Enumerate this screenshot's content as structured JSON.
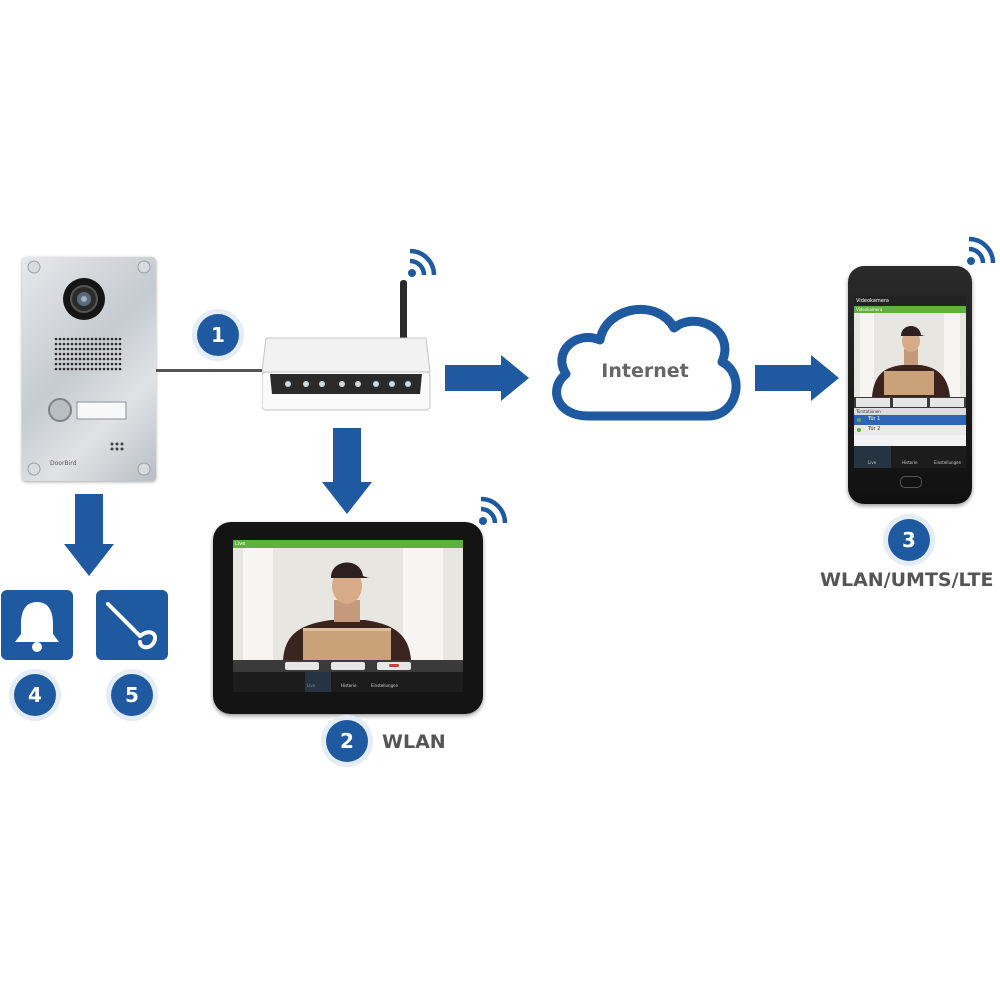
{
  "badges": {
    "b1": "1",
    "b2": "2",
    "b3": "3",
    "b4": "4",
    "b5": "5"
  },
  "labels": {
    "wlan": "WLAN",
    "mobile": "WLAN/UMTS/LTE",
    "cloud": "Internet"
  },
  "doorstation": {
    "brand": "DoorBird"
  },
  "phone_app": {
    "title": "Videokamera",
    "subtitle": "Videokamera",
    "section": "Türstationen",
    "doors": [
      "Tür 1",
      "Tür 2"
    ],
    "tabs": [
      "Live",
      "Historie",
      "Einstellungen"
    ]
  },
  "tablet_app": {
    "title": "Live",
    "tabs": [
      "Live",
      "Historie",
      "Einstellungen"
    ]
  },
  "colors": {
    "accent": "#1f5aa0",
    "wifi": "#1f5aa0",
    "app_green": "#5cb23a"
  }
}
